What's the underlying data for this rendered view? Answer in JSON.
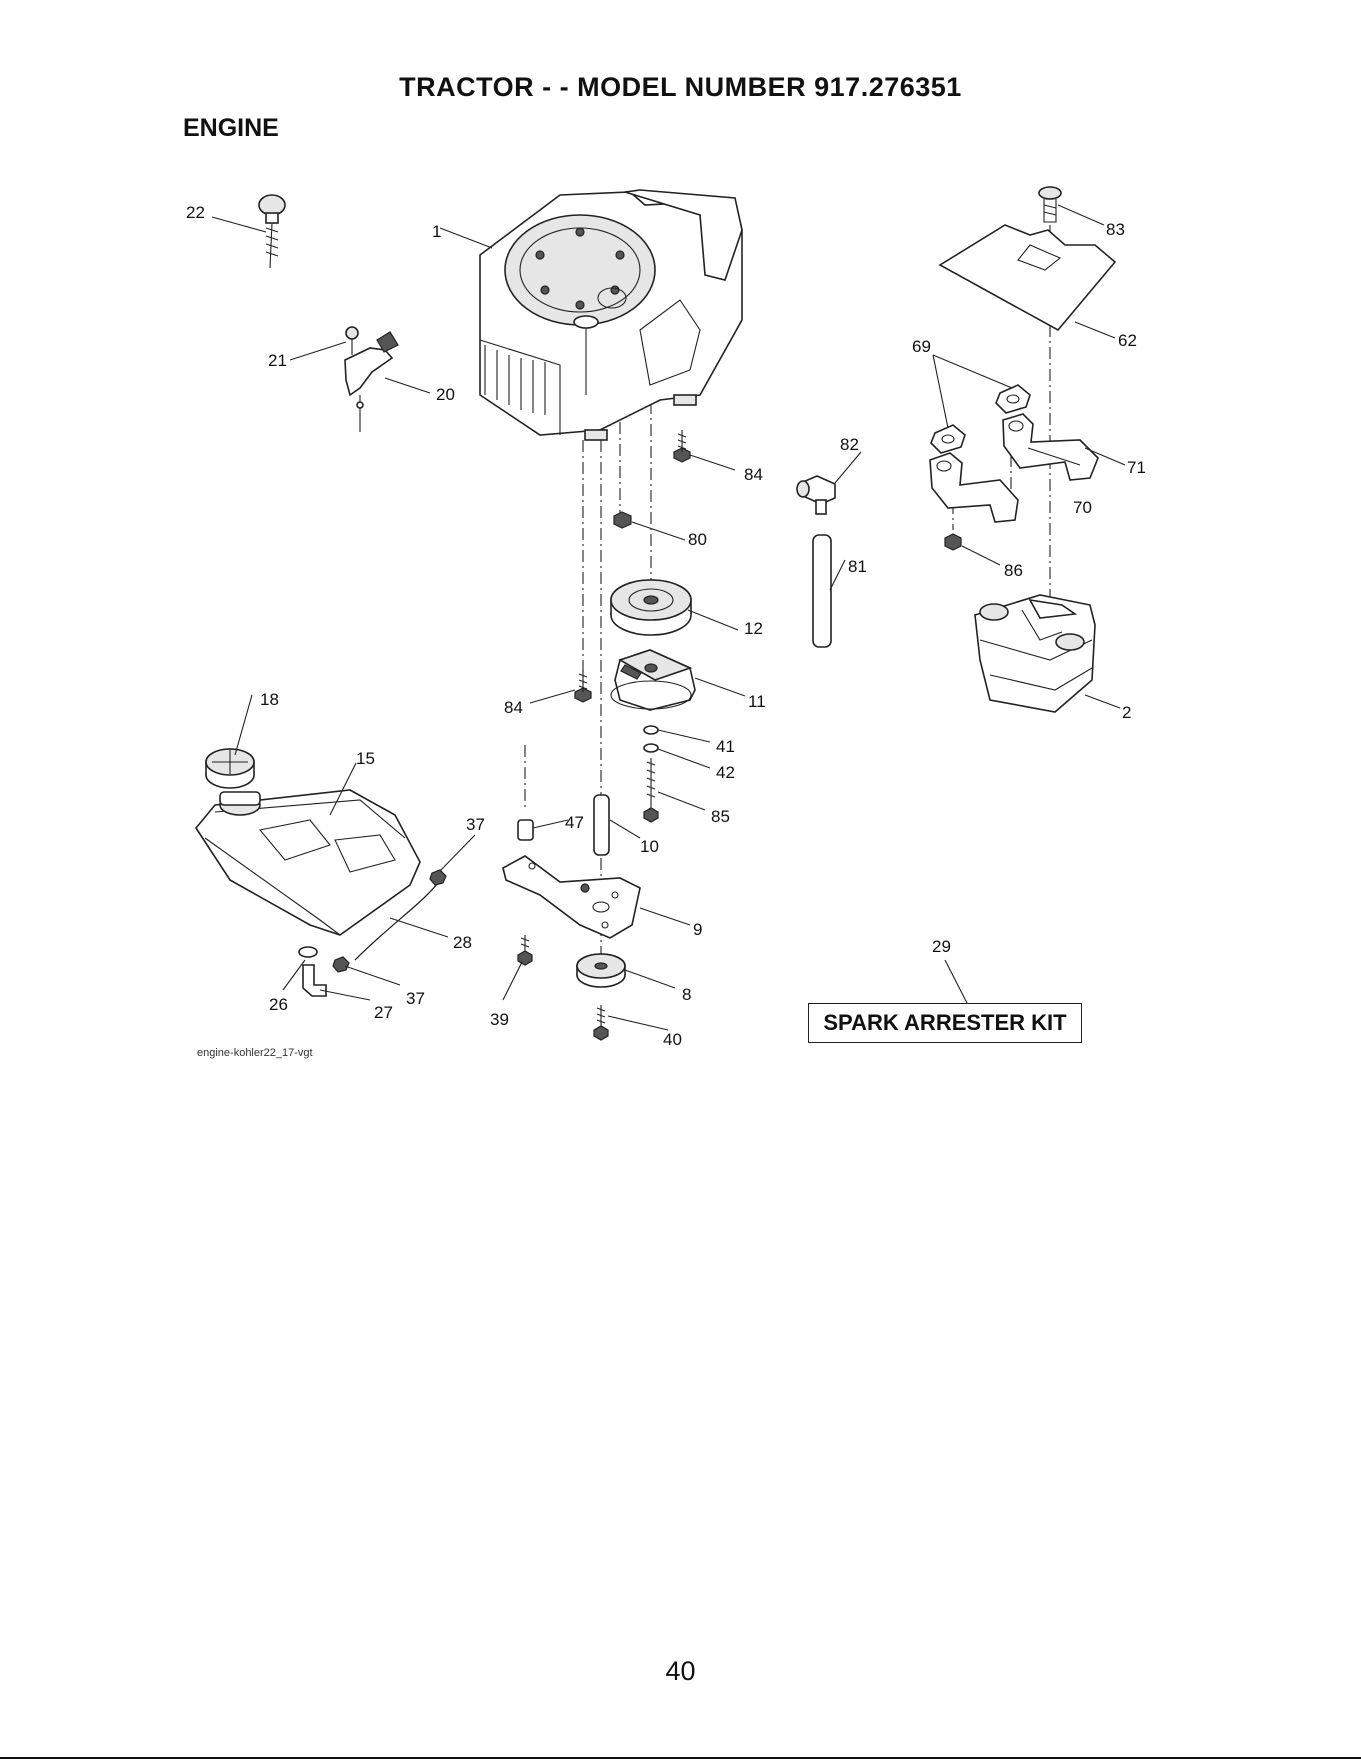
{
  "header": {
    "title": "TRACTOR - - MODEL NUMBER 917.276351",
    "section": "ENGINE"
  },
  "diagram": {
    "caption": "engine-kohler22_17-vgt",
    "kit_label": "SPARK ARRESTER KIT",
    "callouts": {
      "c1": "1",
      "c2": "2",
      "c8": "8",
      "c9": "9",
      "c10": "10",
      "c11": "11",
      "c12": "12",
      "c15": "15",
      "c18": "18",
      "c20": "20",
      "c21": "21",
      "c22": "22",
      "c26": "26",
      "c27": "27",
      "c28": "28",
      "c29": "29",
      "c37a": "37",
      "c37b": "37",
      "c39": "39",
      "c40": "40",
      "c41": "41",
      "c42": "42",
      "c47": "47",
      "c62": "62",
      "c69": "69",
      "c70": "70",
      "c71": "71",
      "c80": "80",
      "c81": "81",
      "c82": "82",
      "c83": "83",
      "c84a": "84",
      "c84b": "84",
      "c85": "85",
      "c86": "86"
    }
  },
  "footer": {
    "page_number": "40"
  }
}
